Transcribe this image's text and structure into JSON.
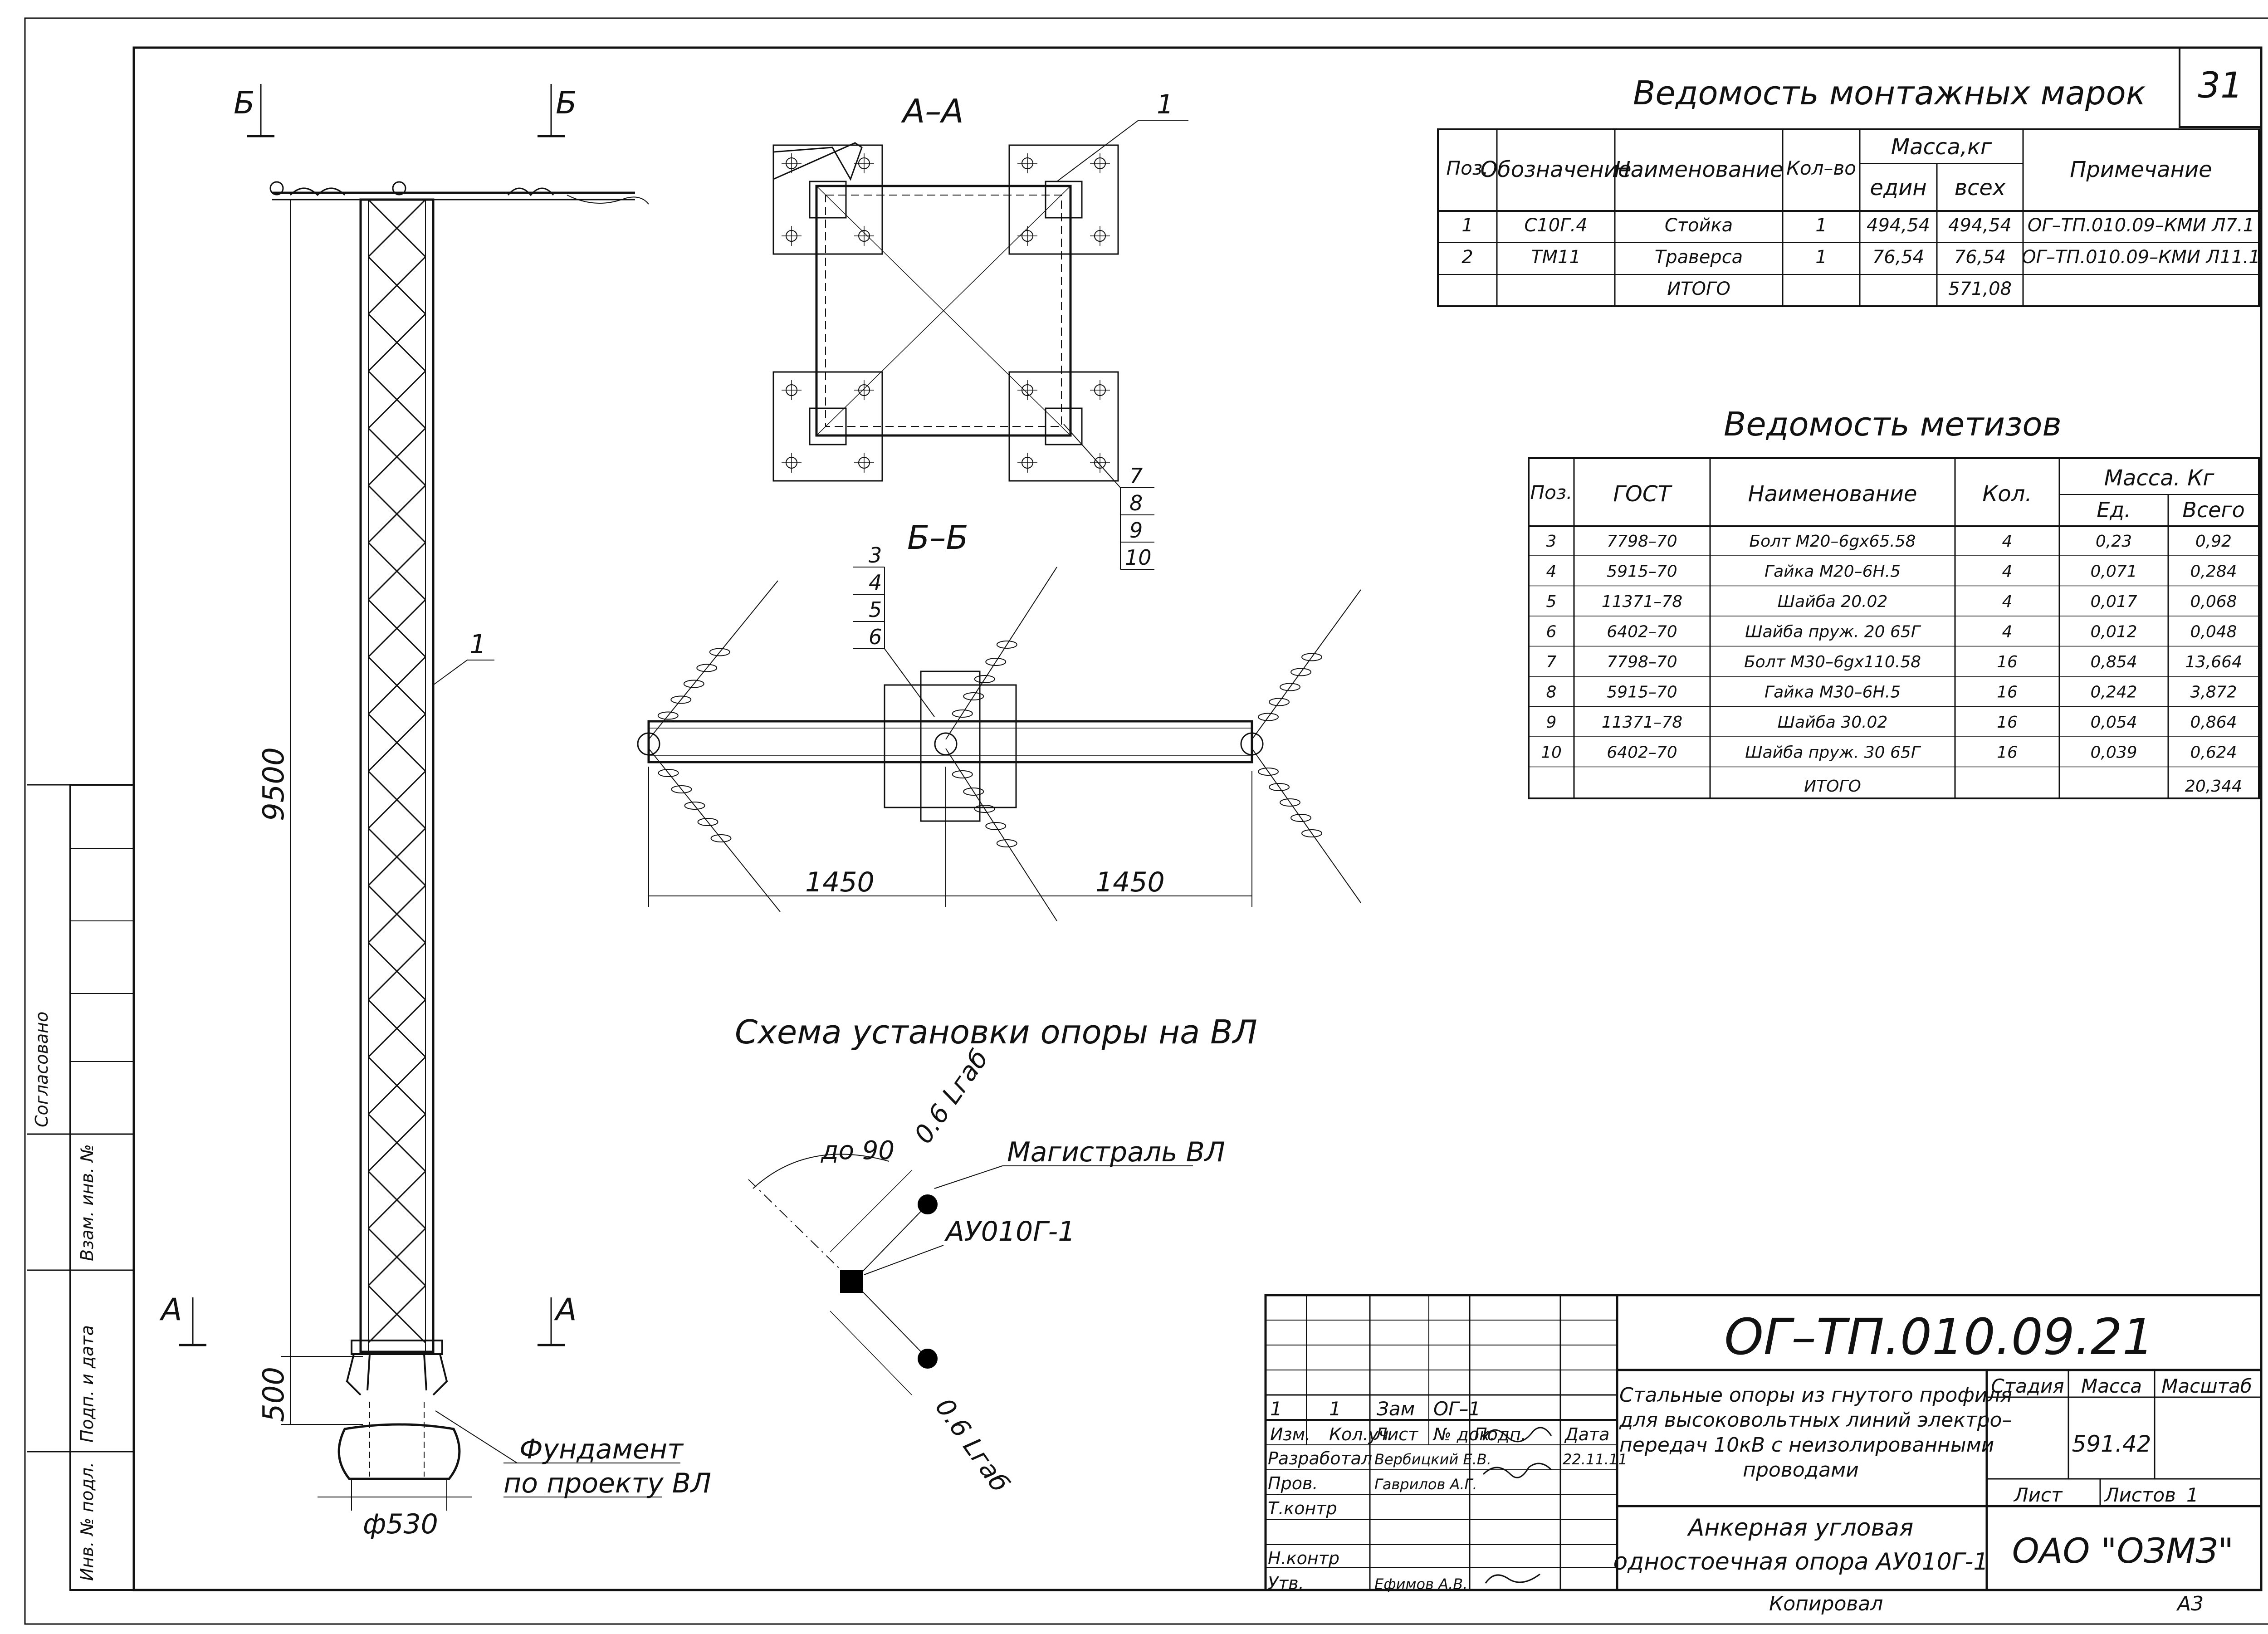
{
  "sheet": {
    "number": "31",
    "copied": "Копировал",
    "format": "А3"
  },
  "side_stamps": {
    "agreed": "Согласовано",
    "inv_ref": "Взам. инв. №",
    "sign_date": "Подп. и дата",
    "inv_orig": "Инв. № подл."
  },
  "views": {
    "section_aa": "А–А",
    "section_bb": "Б–Б",
    "cut_b": "Б",
    "cut_a": "А",
    "scheme_title": "Схема установки опоры на ВЛ"
  },
  "dims": {
    "height": "9500",
    "base": "500",
    "diam": "ф530",
    "left_arm": "1450",
    "right_arm": "1450"
  },
  "callouts": {
    "pos1": "1",
    "pos1_aa": "1",
    "bb_positions": [
      "3",
      "4",
      "5",
      "6"
    ],
    "aa_positions": [
      "7",
      "8",
      "9",
      "10"
    ],
    "foundation_1": "Фундамент",
    "foundation_2": "по проекту ВЛ"
  },
  "scheme": {
    "angle": "до 90",
    "span_top": "0.6 Lгаб",
    "span_bottom": "0.6 Lгаб",
    "mainline": "Магистраль ВЛ",
    "support": "АУ010Г-1"
  },
  "marks_table": {
    "title": "Ведомость монтажных марок",
    "headers": {
      "pos": "Поз.",
      "designation": "Обозначение",
      "name": "Наименование",
      "qty": "Кол–во",
      "mass": "Масса,кг",
      "unit": "един",
      "all": "всех",
      "note": "Примечание"
    },
    "rows": [
      {
        "pos": "1",
        "designation": "С10Г.4",
        "name": "Стойка",
        "qty": "1",
        "unit": "494,54",
        "all": "494,54",
        "note": "ОГ–ТП.010.09–КМИ Л7.1"
      },
      {
        "pos": "2",
        "designation": "ТМ11",
        "name": "Траверса",
        "qty": "1",
        "unit": "76,54",
        "all": "76,54",
        "note": "ОГ–ТП.010.09–КМИ Л11.1"
      }
    ],
    "total_label": "ИТОГО",
    "total": "571,08"
  },
  "hardware_table": {
    "title": "Ведомость метизов",
    "headers": {
      "pos": "Поз.",
      "gost": "ГОСТ",
      "name": "Наименование",
      "qty": "Кол.",
      "mass": "Масса. Кг",
      "unit": "Ед.",
      "all": "Всего"
    },
    "rows": [
      {
        "pos": "3",
        "gost": "7798–70",
        "name": "Болт М20–6gх65.58",
        "qty": "4",
        "unit": "0,23",
        "all": "0,92"
      },
      {
        "pos": "4",
        "gost": "5915–70",
        "name": "Гайка М20–6Н.5",
        "qty": "4",
        "unit": "0,071",
        "all": "0,284"
      },
      {
        "pos": "5",
        "gost": "11371–78",
        "name": "Шайба 20.02",
        "qty": "4",
        "unit": "0,017",
        "all": "0,068"
      },
      {
        "pos": "6",
        "gost": "6402–70",
        "name": "Шайба пруж. 20 65Г",
        "qty": "4",
        "unit": "0,012",
        "all": "0,048"
      },
      {
        "pos": "7",
        "gost": "7798–70",
        "name": "Болт М30–6gх110.58",
        "qty": "16",
        "unit": "0,854",
        "all": "13,664"
      },
      {
        "pos": "8",
        "gost": "5915–70",
        "name": "Гайка М30–6Н.5",
        "qty": "16",
        "unit": "0,242",
        "all": "3,872"
      },
      {
        "pos": "9",
        "gost": "11371–78",
        "name": "Шайба 30.02",
        "qty": "16",
        "unit": "0,054",
        "all": "0,864"
      },
      {
        "pos": "10",
        "gost": "6402–70",
        "name": "Шайба пруж. 30 65Г",
        "qty": "16",
        "unit": "0,039",
        "all": "0,624"
      }
    ],
    "total_label": "ИТОГО",
    "total": "20,344"
  },
  "title_block": {
    "code": "ОГ–ТП.010.09.21",
    "description": [
      "Стальные опоры из гнутого профиля",
      "для высоковольтных линий электро–",
      "передач 10кВ с неизолированными",
      "проводами"
    ],
    "sheet_title": [
      "Анкерная угловая",
      "одностоечная опора АУ010Г-1"
    ],
    "company": "ОАО  \"ОЗМЗ\"",
    "labels": {
      "stage": "Стадия",
      "mass": "Масса",
      "scale": "Масштаб",
      "sheet": "Лист",
      "sheets": "Листов"
    },
    "mass_value": "591.42",
    "sheets_value": "1",
    "change_row": [
      "1",
      "1",
      "Зам",
      "ОГ–1"
    ],
    "header_row": [
      "Изм.",
      "Кол.уч",
      "Лист",
      "№ док.",
      "Подп.",
      "Дата"
    ],
    "roles": [
      {
        "role": "Разработал",
        "name": "Вербицкий Е.В.",
        "date": "22.11.11"
      },
      {
        "role": "Пров.",
        "name": "Гаврилов А.Г.",
        "date": ""
      },
      {
        "role": "Т.контр",
        "name": "",
        "date": ""
      },
      {
        "role": "",
        "name": "",
        "date": ""
      },
      {
        "role": "Н.контр",
        "name": "",
        "date": ""
      },
      {
        "role": "Утв.",
        "name": "Ефимов А.В.",
        "date": ""
      }
    ]
  }
}
